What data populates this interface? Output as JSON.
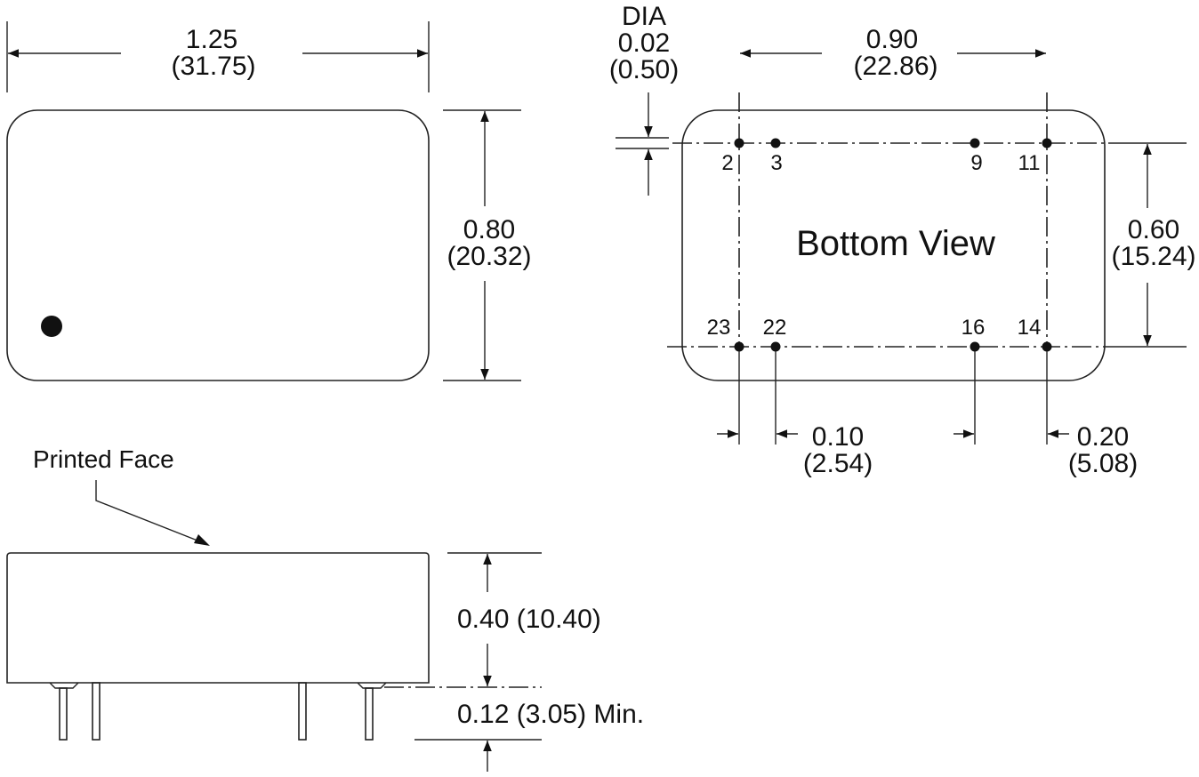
{
  "top_view": {
    "width_in": "1.25",
    "width_mm": "(31.75)",
    "height_in": "0.80",
    "height_mm": "(20.32)"
  },
  "bottom_view": {
    "title": "Bottom View",
    "dia_label": "DIA",
    "dia_in": "0.02",
    "dia_mm": "(0.50)",
    "span_in": "0.90",
    "span_mm": "(22.86)",
    "row_in": "0.60",
    "row_mm": "(15.24)",
    "pitch_in": "0.10",
    "pitch_mm": "(2.54)",
    "offset_in": "0.20",
    "offset_mm": "(5.08)",
    "pins": {
      "p2": "2",
      "p3": "3",
      "p9": "9",
      "p11": "11",
      "p23": "23",
      "p22": "22",
      "p16": "16",
      "p14": "14"
    }
  },
  "side_view": {
    "printed_face": "Printed Face",
    "body_height": "0.40 (10.40)",
    "pin_length": "0.12 (3.05) Min."
  }
}
